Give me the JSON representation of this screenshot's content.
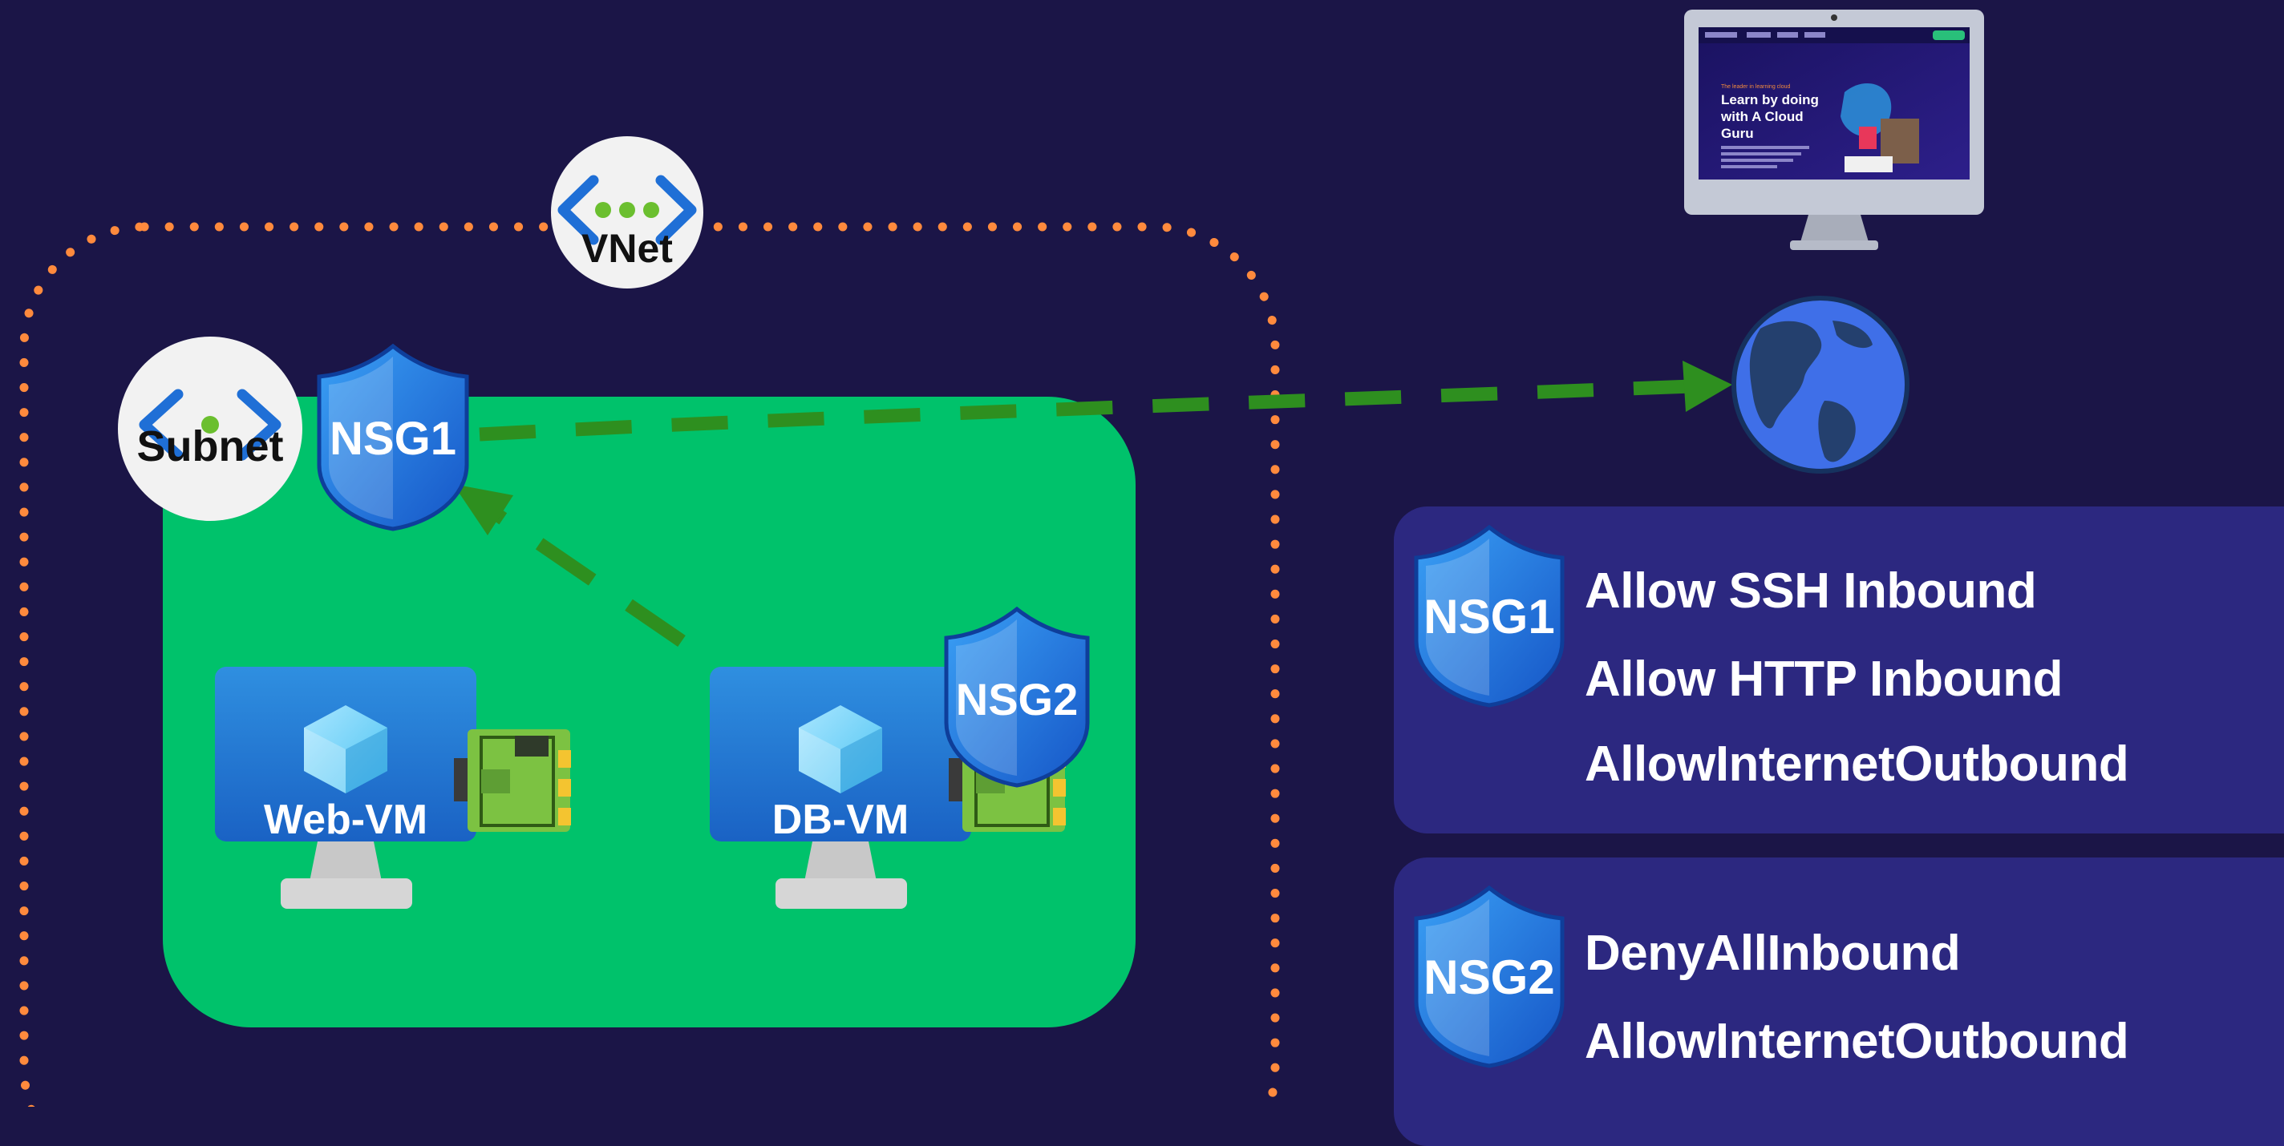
{
  "colors": {
    "background": "#1b1547",
    "subnet": "#00c26b",
    "vnet_border": "#ff8a3d",
    "arrow": "#2e8f1f",
    "shield": "#1f6fd6",
    "panel": "#2c2880"
  },
  "labels": {
    "vnet": "VNet",
    "subnet": "Subnet",
    "nsg1": "NSG1",
    "nsg2": "NSG2",
    "web_vm": "Web-VM",
    "db_vm": "DB-VM"
  },
  "icons": {
    "vnet": "vnet-icon",
    "subnet": "subnet-icon",
    "shield": "shield-icon",
    "vm": "monitor-vm-icon",
    "nic": "network-card-icon",
    "internet": "globe-icon",
    "client": "desktop-monitor-icon"
  },
  "website": {
    "eyebrow": "The leader in learning cloud",
    "headline_1": "Learn by doing",
    "headline_2": "with A Cloud",
    "headline_3": "Guru"
  },
  "rules": {
    "nsg1": [
      "Allow SSH Inbound",
      "Allow HTTP Inbound",
      "AllowInternetOutbound"
    ],
    "nsg2": [
      "DenyAllInbound",
      "AllowInternetOutbound"
    ]
  }
}
